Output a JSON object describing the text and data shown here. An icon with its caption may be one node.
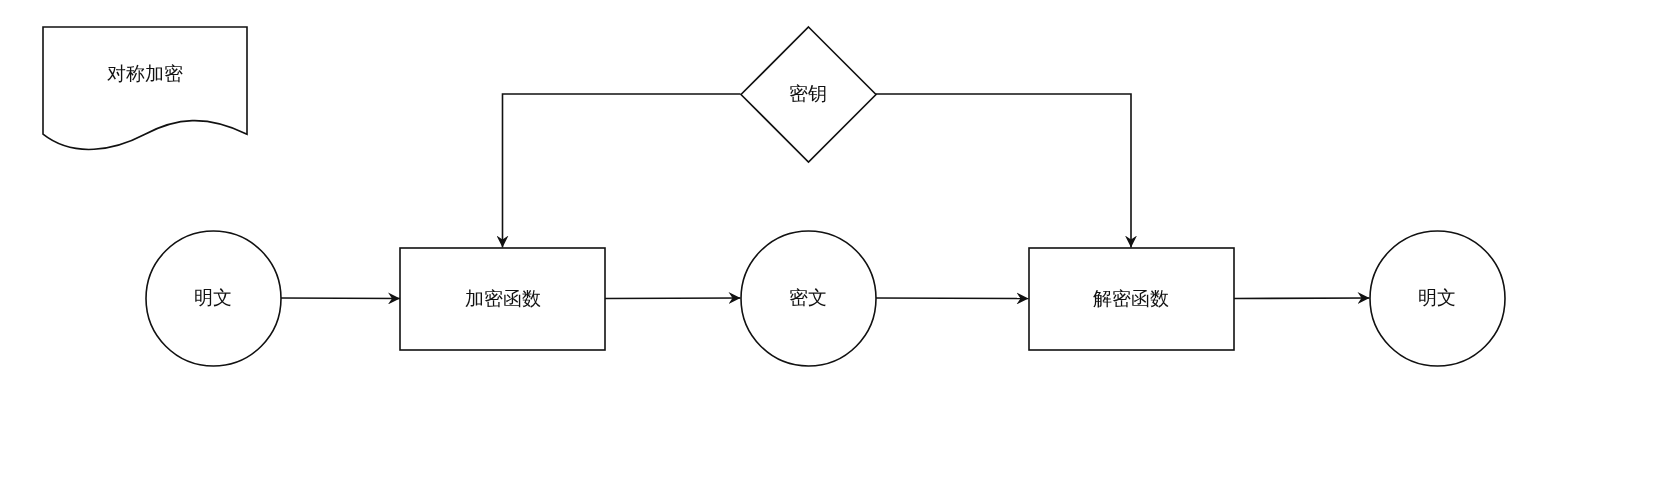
{
  "diagram": {
    "nodes": [
      {
        "text": [
          "对称加密"
        ]
      },
      {
        "text": [
          "密钥"
        ]
      },
      {
        "text": [
          "明文"
        ]
      },
      {
        "text": [
          "加密函数"
        ]
      },
      {
        "text": [
          "密文"
        ]
      },
      {
        "text": [
          "解密函数"
        ]
      },
      {
        "text": [
          "明文"
        ]
      }
    ],
    "edges": [
      {
        "from": 2,
        "to": 3,
        "arrow": "to"
      },
      {
        "from": 3,
        "to": 4,
        "arrow": "to"
      },
      {
        "from": 4,
        "to": 5,
        "arrow": "to"
      },
      {
        "from": 5,
        "to": 6,
        "arrow": "to"
      },
      {
        "from": 1,
        "to": 3,
        "arrow": "to"
      },
      {
        "from": 1,
        "to": 5,
        "arrow": "to"
      }
    ]
  }
}
